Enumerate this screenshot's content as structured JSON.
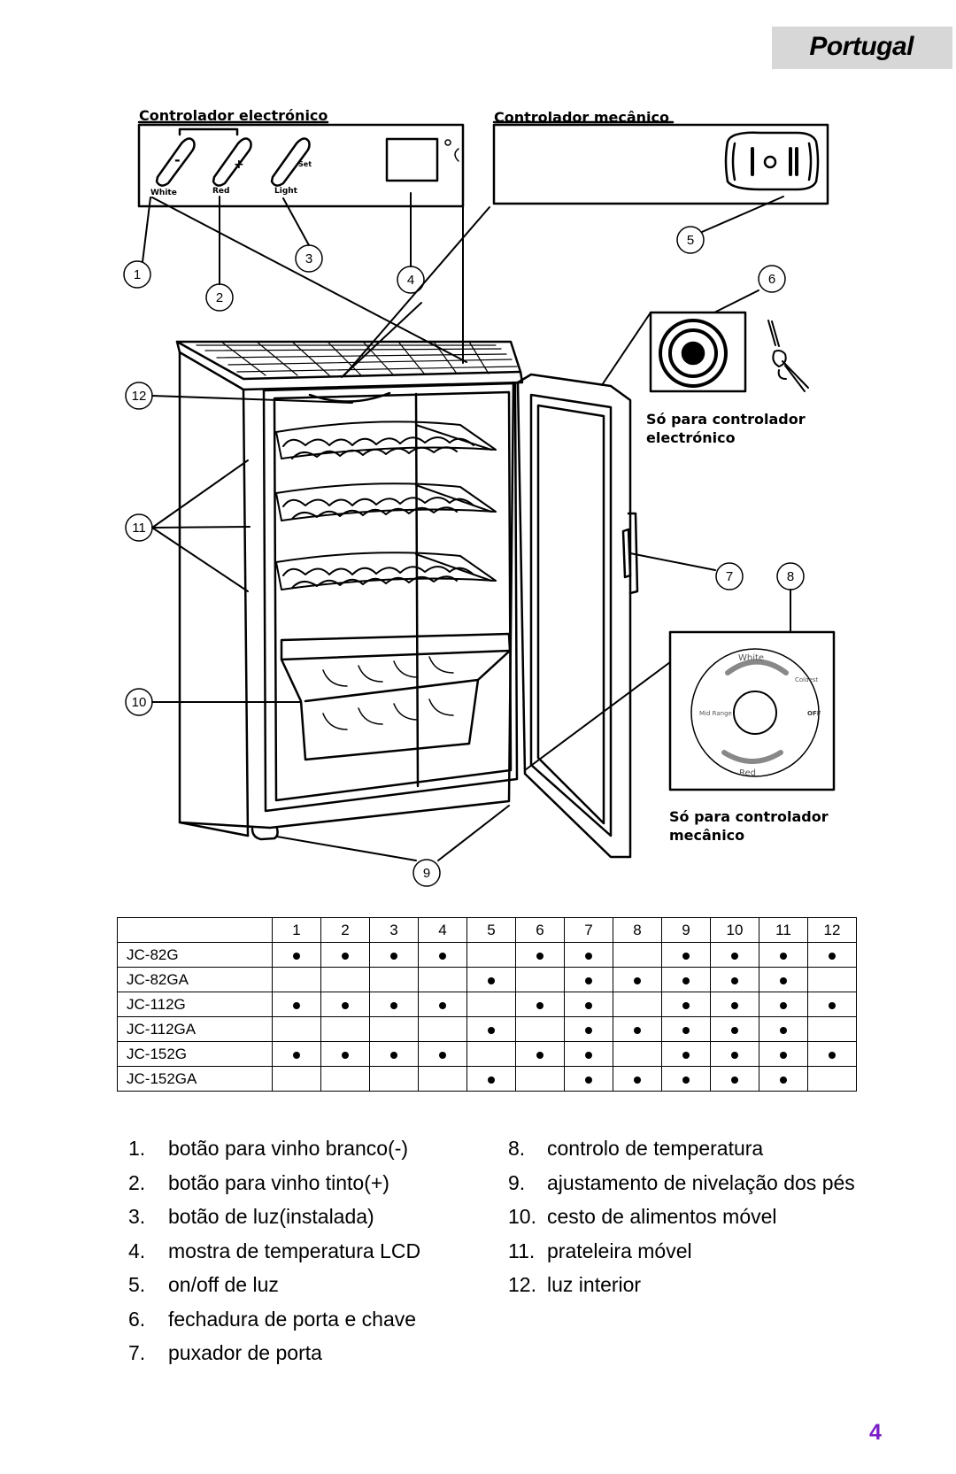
{
  "header": {
    "language": "Portugal"
  },
  "labels": {
    "electronic_controller": "Controlador electrónico",
    "mechanical_controller": "Controlador mecânico",
    "only_electronic": [
      "Só para controlador",
      "electrónico"
    ],
    "only_mechanical": [
      "Só para controlador",
      "mecânico"
    ]
  },
  "panel": {
    "white": "White",
    "red": "Red",
    "light": "Light",
    "set": "Set",
    "minus": "-",
    "plus": "+",
    "celsius": "°C"
  },
  "dial": {
    "white": "White",
    "coldest": "Coldest",
    "mid_range": "Mid Range",
    "off": "OFF",
    "red": "Red"
  },
  "callouts": [
    "1",
    "2",
    "3",
    "4",
    "5",
    "6",
    "7",
    "8",
    "9",
    "10",
    "11",
    "12"
  ],
  "table": {
    "columns": [
      "1",
      "2",
      "3",
      "4",
      "5",
      "6",
      "7",
      "8",
      "9",
      "10",
      "11",
      "12"
    ],
    "rows": [
      {
        "model": "JC-82G",
        "marks": [
          1,
          1,
          1,
          1,
          0,
          1,
          1,
          0,
          1,
          1,
          1,
          1
        ]
      },
      {
        "model": "JC-82GA",
        "marks": [
          0,
          0,
          0,
          0,
          1,
          0,
          1,
          1,
          1,
          1,
          1,
          0
        ]
      },
      {
        "model": "JC-112G",
        "marks": [
          1,
          1,
          1,
          1,
          0,
          1,
          1,
          0,
          1,
          1,
          1,
          1
        ]
      },
      {
        "model": "JC-112GA",
        "marks": [
          0,
          0,
          0,
          0,
          1,
          0,
          1,
          1,
          1,
          1,
          1,
          0
        ]
      },
      {
        "model": "JC-152G",
        "marks": [
          1,
          1,
          1,
          1,
          0,
          1,
          1,
          0,
          1,
          1,
          1,
          1
        ]
      },
      {
        "model": "JC-152GA",
        "marks": [
          0,
          0,
          0,
          0,
          1,
          0,
          1,
          1,
          1,
          1,
          1,
          0
        ]
      }
    ]
  },
  "legend_left": [
    {
      "n": "1.",
      "text": "botão para vinho branco(-)"
    },
    {
      "n": "2.",
      "text": "botão para vinho tinto(+)"
    },
    {
      "n": "3.",
      "text": "botão de luz(instalada)"
    },
    {
      "n": "4.",
      "text": "mostra de temperatura LCD"
    },
    {
      "n": "5.",
      "text": "on/off de luz"
    },
    {
      "n": "6.",
      "text": "fechadura de porta e chave"
    },
    {
      "n": "7.",
      "text": "puxador de porta"
    }
  ],
  "legend_right": [
    {
      "n": "8.",
      "text": "controlo de temperatura"
    },
    {
      "n": "9.",
      "text": "ajustamento de nivelação dos  pés"
    },
    {
      "n": "10.",
      "text": "cesto de alimentos móvel"
    },
    {
      "n": "11.",
      "text": "prateleira móvel"
    },
    {
      "n": "12.",
      "text": "luz interior"
    }
  ],
  "page_number": "4"
}
